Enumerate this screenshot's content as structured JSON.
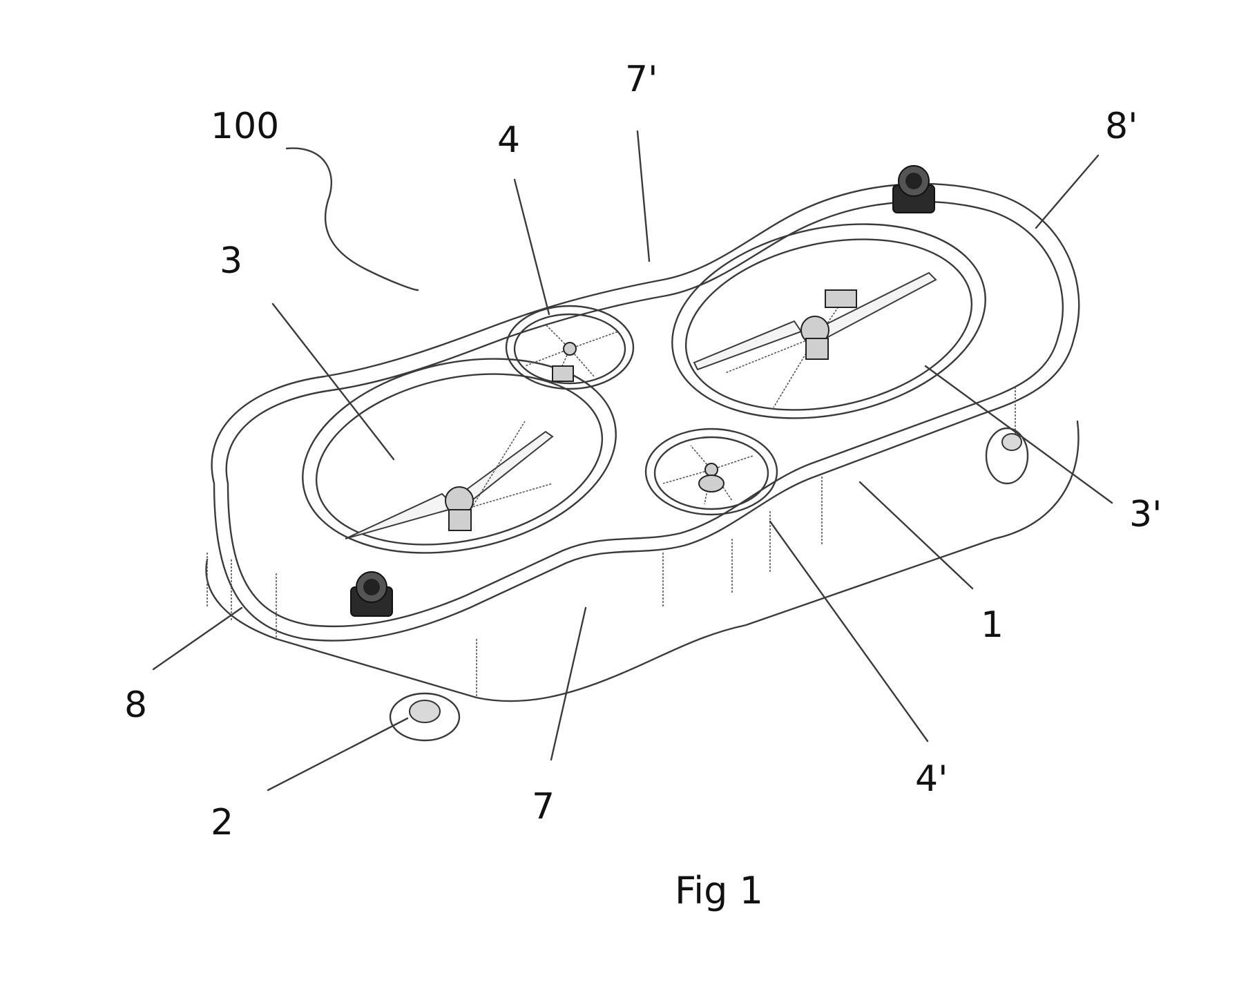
{
  "figure": {
    "caption": "Fig 1",
    "labels": {
      "l100": "100",
      "l7p": "7'",
      "l8p": "8'",
      "l4": "4",
      "l3": "3",
      "l3p": "3'",
      "l1": "1",
      "l8": "8",
      "l2": "2",
      "l7": "7",
      "l4p": "4'"
    }
  }
}
